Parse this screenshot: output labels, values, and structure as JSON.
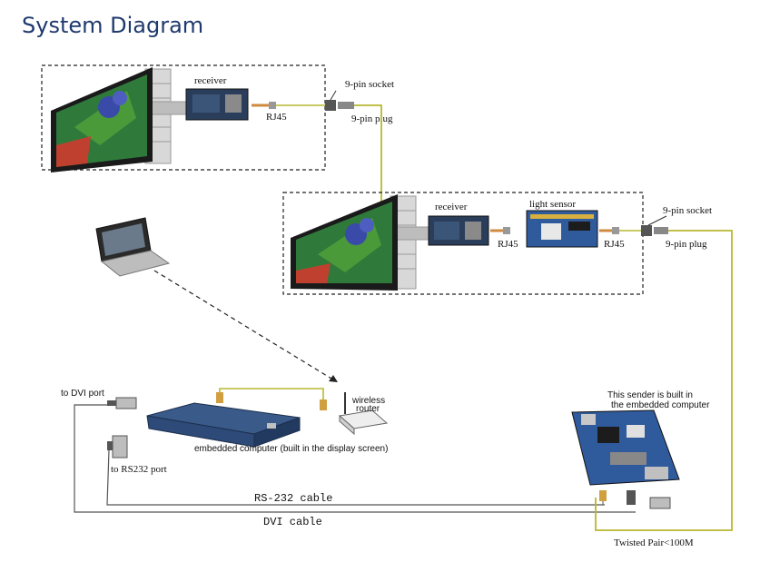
{
  "title": "System Diagram",
  "top_unit": {
    "receiver": "receiver",
    "rj45": "RJ45",
    "socket": "9-pin socket",
    "plug": "9-pin plug"
  },
  "mid_unit": {
    "receiver": "receiver",
    "light_sensor": "light sensor",
    "rj45_a": "RJ45",
    "rj45_b": "RJ45",
    "socket": "9-pin socket",
    "plug": "9-pin plug"
  },
  "bottom": {
    "to_dvi_port": "to DVI port",
    "to_rs232_port": "to RS232 port",
    "wireless_router_1": "wireless",
    "wireless_router_2": "router",
    "embedded_computer": "embedded computer (built in the display screen)",
    "sender_note_1": "This sender is built in",
    "sender_note_2": "the embedded computer",
    "rs232_cable": "RS-232 cable",
    "dvi_cable": "DVI cable",
    "twisted_pair": "Twisted Pair<100M"
  },
  "colors": {
    "title": "#1f3a6e",
    "cable_yellow": "#b8b832",
    "cable_gray": "#555555",
    "device_blue": "#2d4a78"
  }
}
